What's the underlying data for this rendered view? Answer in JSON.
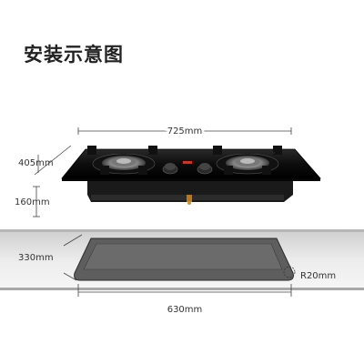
{
  "title": "安装示意图",
  "dimensions": {
    "width": "725mm",
    "depth": "405mm",
    "height": "160mm",
    "cutout_depth": "330mm",
    "cutout_width": "630mm",
    "corner_radius": "R20mm"
  },
  "colors": {
    "glass": "#0d0d0d",
    "counter": "#e4e4e4",
    "counter_edge": "#9a9a9a",
    "cutout": "#5e5e5e",
    "display": "#c0392b"
  }
}
